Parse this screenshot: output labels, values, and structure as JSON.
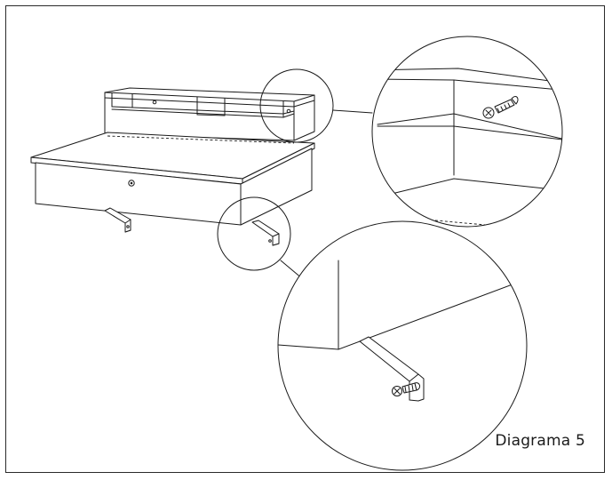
{
  "diagram": {
    "caption": "Diagrama 5",
    "colors": {
      "line": "#1a1a1a",
      "background": "#ffffff",
      "frame": "#2a2a2a"
    },
    "parts": [
      {
        "name": "desk",
        "icon": "wall-mounted-desk"
      },
      {
        "name": "hutch",
        "icon": "desk-hutch-shelf"
      },
      {
        "name": "shelf-screw-detail",
        "icon": "magnifier-circle-upper"
      },
      {
        "name": "bracket-screw-detail",
        "icon": "magnifier-circle-lower"
      }
    ]
  }
}
